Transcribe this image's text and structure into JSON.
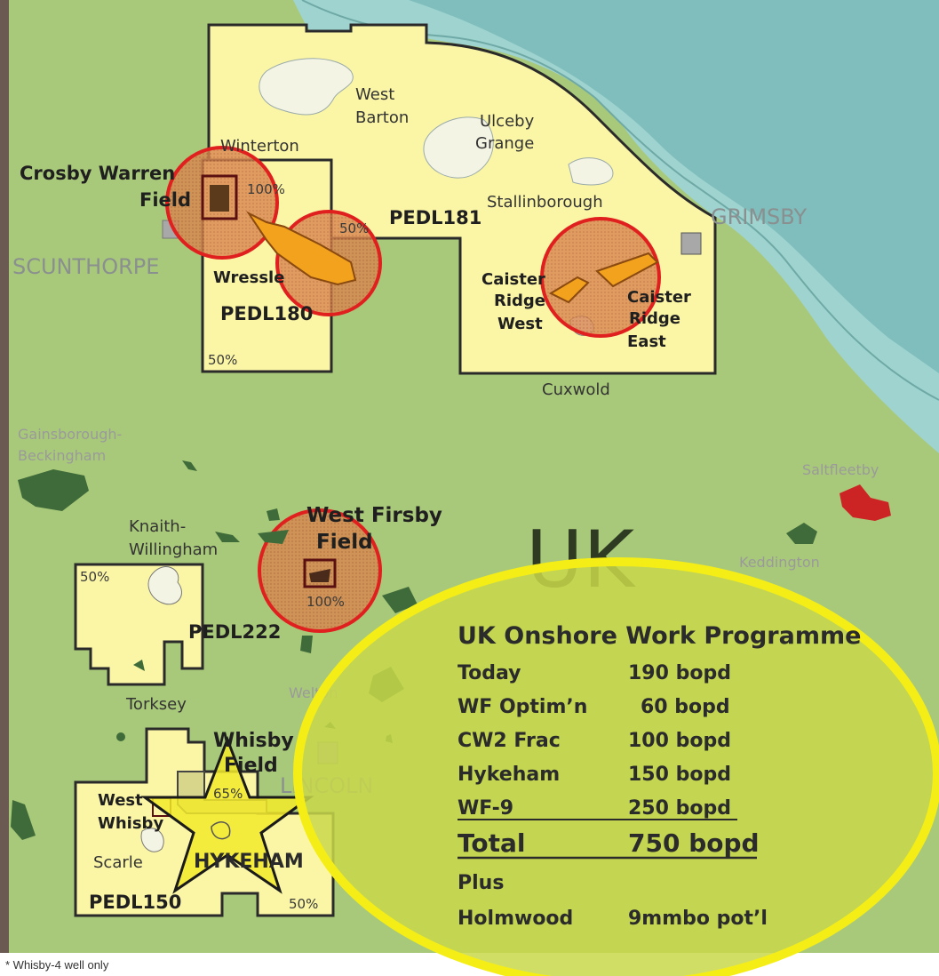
{
  "colors": {
    "land": "#a9c97a",
    "sea": "#9fd3d0",
    "licence": "#fbf6a6",
    "licence_border": "#2a2a2a",
    "oilfield_dark": "#3f6b3a",
    "oilfield_red": "#cc2424",
    "lake": "#f4f4e4",
    "circle_fill": "#d9864e",
    "circle_stroke": "#e0201f",
    "prospect": "#f3a21e",
    "ellipse_fill": "#c9d84a",
    "ellipse_stroke": "#f5ee16",
    "star_fill": "#f2ea2a"
  },
  "labels": {
    "west_barton": [
      "West",
      "Barton"
    ],
    "ulceby_grange": [
      "Ulceby",
      "Grange"
    ],
    "winterton": "Winterton",
    "crosby_warren": [
      "Crosby Warren",
      "Field"
    ],
    "pct_100_crosby": "100%",
    "pct_50_wressle": "50%",
    "pedl181": "PEDL181",
    "stallinborough": "Stallinborough",
    "grimsby": "GRIMSBY",
    "scunthorpe": "SCUNTHORPE",
    "wressle": "Wressle",
    "pedl180": "PEDL180",
    "pct_50_pedl180": "50%",
    "caister_west": [
      "Caister",
      "Ridge",
      "West"
    ],
    "caister_east": [
      "Caister",
      "Ridge",
      "East"
    ],
    "cuxwold": "Cuxwold",
    "gainsborough": [
      "Gainsborough-",
      "Beckingham"
    ],
    "saltfleetby": "Saltfleetby",
    "west_firsby": [
      "West Firsby",
      "Field"
    ],
    "pct_100_firsby": "100%",
    "knaith": [
      "Knaith-",
      "Willingham"
    ],
    "uk": "UK",
    "keddington": "Keddington",
    "pct_50_pedl222": "50%",
    "pedl222": "PEDL222",
    "welton": "Welton",
    "torksey": "Torksey",
    "whisby_field": [
      "Whisby",
      "Field"
    ],
    "lincoln": "LINCOLN",
    "pct_65_whisby": "65%",
    "west_whisby": [
      "West",
      "Whisby"
    ],
    "scarle": "Scarle",
    "hykeham": "HYKEHAM",
    "pedl150": "PEDL150",
    "pct_50_pedl150": "50%"
  },
  "programme": {
    "title": "UK Onshore Work Programme",
    "rows": [
      {
        "name": "Today",
        "value": "190 bopd"
      },
      {
        "name": "WF Optim’n",
        "value": "60 bopd"
      },
      {
        "name": "CW2 Frac",
        "value": "100 bopd"
      },
      {
        "name": "Hykeham",
        "value": "150 bopd"
      },
      {
        "name": "WF-9",
        "value": "250 bopd"
      }
    ],
    "total": {
      "name": "Total",
      "value": "750 bopd"
    },
    "plus": "Plus",
    "extra": {
      "name": "Holmwood",
      "value": "9mmbo pot’l"
    }
  },
  "footnote": "* Whisby-4 well only"
}
